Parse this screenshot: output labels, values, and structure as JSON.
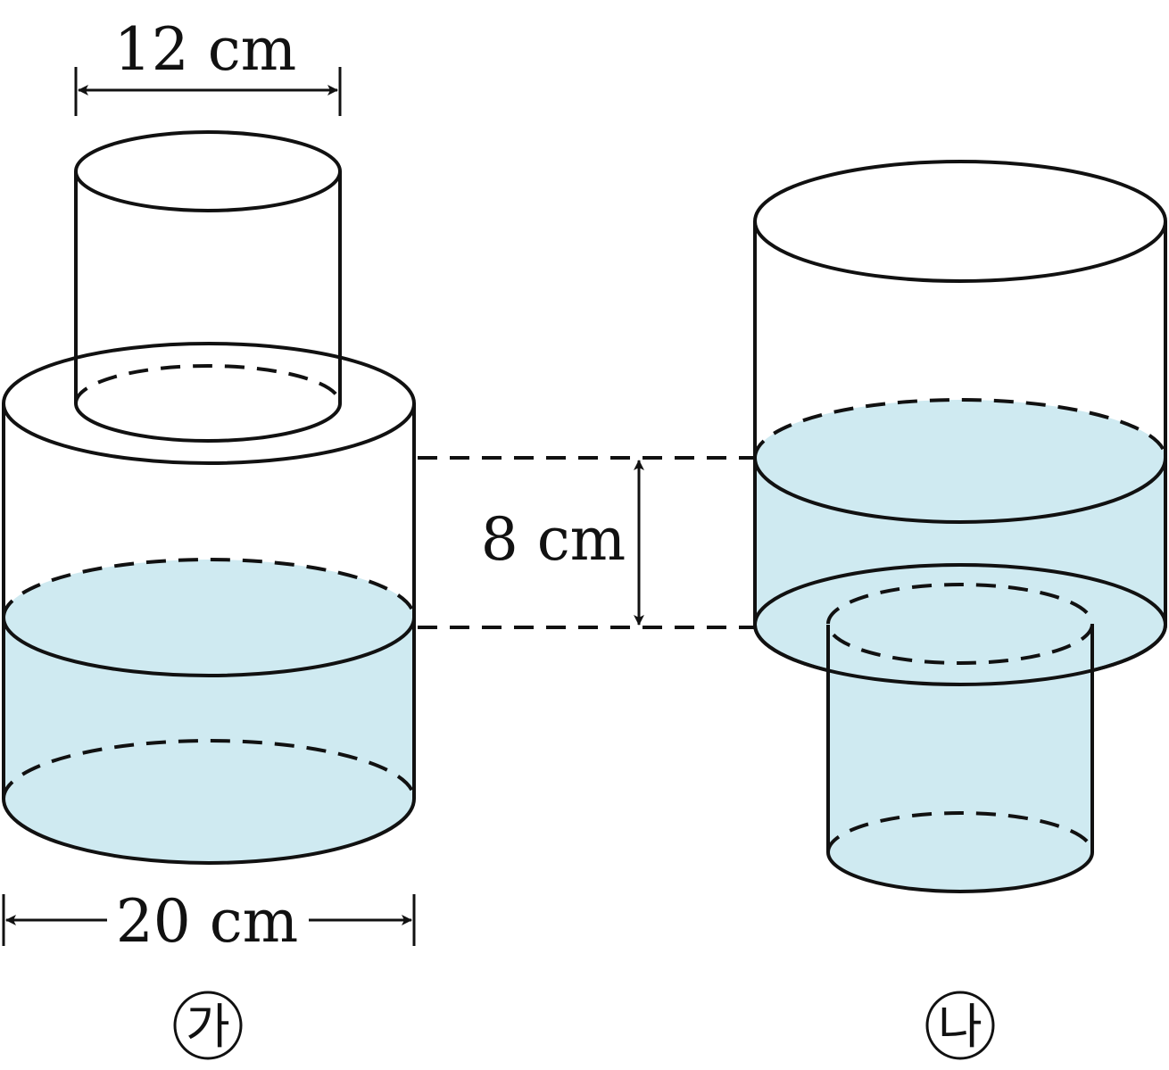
{
  "figure": {
    "labels": {
      "top_width": "12 cm",
      "bottom_width": "20 cm",
      "height_diff": "8 cm"
    },
    "containers": [
      {
        "id": "ga",
        "name": "가"
      },
      {
        "id": "na",
        "name": "나"
      }
    ],
    "colors": {
      "water": "#cfeaf1",
      "stroke": "#111111"
    }
  }
}
